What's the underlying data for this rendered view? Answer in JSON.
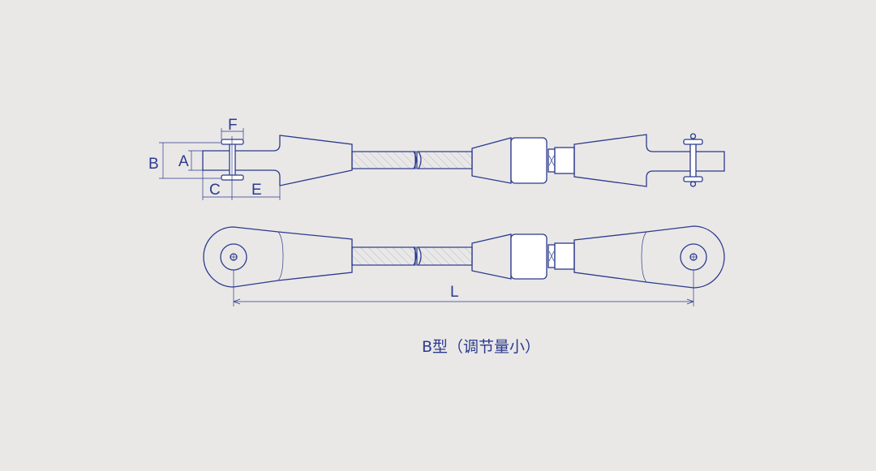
{
  "labels": {
    "F": "F",
    "B": "B",
    "A": "A",
    "C": "C",
    "E": "E",
    "L": "L"
  },
  "caption": "B型（调节量小）",
  "colors": {
    "line": "#2c3a8c",
    "background": "#e9e8e7"
  }
}
